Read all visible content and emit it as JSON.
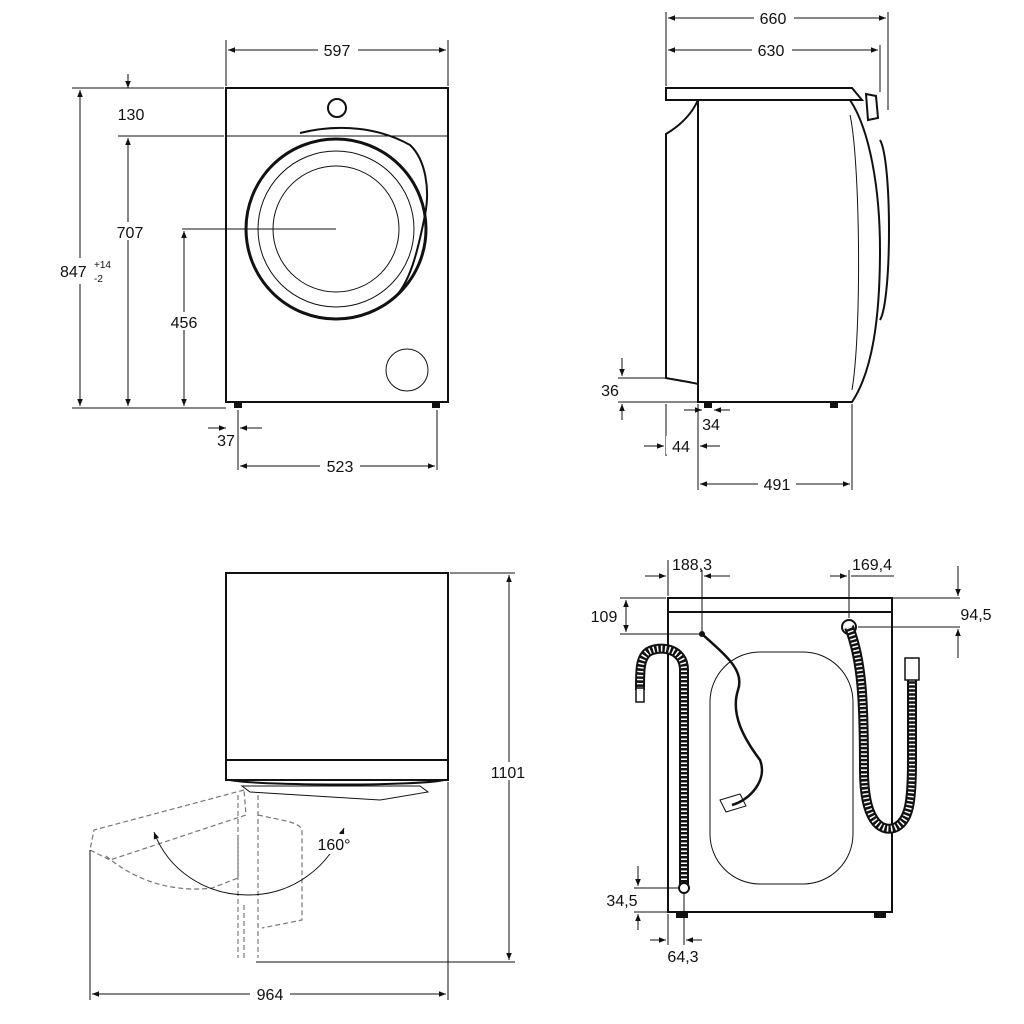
{
  "front_view": {
    "width": "597",
    "top_panel": "130",
    "height_main": "847",
    "height_tol_plus": "+14",
    "height_tol_minus": "-2",
    "door_top": "707",
    "door_center": "456",
    "foot_offset": "37",
    "foot_span": "523"
  },
  "side_view": {
    "depth_total": "660",
    "depth_body": "630",
    "foot_height": "36",
    "foot_offset": "34",
    "door_protrusion": "44",
    "foot_span": "491"
  },
  "top_view": {
    "height_door_open": "1101",
    "angle": "160°",
    "depth_door_open": "964"
  },
  "rear_view": {
    "cable_offset": "188,3",
    "inlet_offset": "169,4",
    "cable_drop": "109",
    "inlet_drop": "94,5",
    "drain_height": "34,5",
    "drain_offset": "64,3"
  }
}
